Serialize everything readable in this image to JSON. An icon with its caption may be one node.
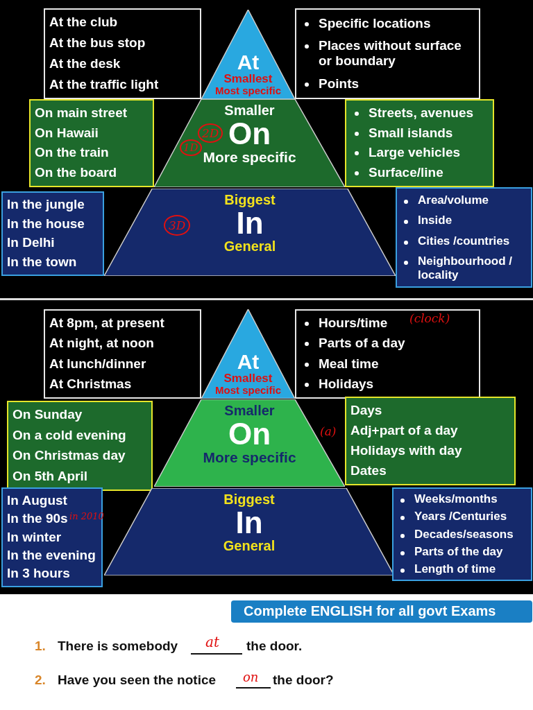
{
  "diagram": {
    "nodes": [
      {
        "text": [
          "At the club",
          "At the bus stop",
          "At the desk",
          "At the traffic light"
        ]
      },
      {
        "text": [
          "At",
          "Smallest",
          "Most specific"
        ]
      },
      {
        "text": [
          "Specific locations",
          "Places without surface or boundary",
          "Points"
        ]
      },
      {
        "text": [
          "On main street",
          "On Hawaii",
          "On the train",
          "On the board"
        ]
      },
      {
        "text": [
          "Smaller",
          "On",
          "More specific"
        ]
      },
      {
        "text": [
          "Streets, avenues",
          "Small islands",
          "Large vehicles",
          "Surface/line"
        ]
      },
      {
        "text": [
          "In the jungle",
          "In the house",
          "In Delhi",
          "In the town"
        ]
      },
      {
        "text": [
          "Biggest",
          "In",
          "General"
        ]
      },
      {
        "text": [
          "Area/volume",
          "Inside",
          "Cities /countries",
          "Neighbourhood / locality"
        ]
      },
      {
        "text": [
          "At 8pm, at present",
          "At night, at noon",
          "At lunch/dinner",
          "At Christmas"
        ]
      },
      {
        "text": [
          "At",
          "Smallest",
          "Most specific"
        ]
      },
      {
        "text": [
          "Hours/time",
          "Parts of a day",
          "Meal time",
          "Holidays"
        ]
      },
      {
        "text": [
          "On Sunday",
          "On a cold evening",
          "On Christmas day",
          "On 5th April"
        ]
      },
      {
        "text": [
          "Smaller",
          "On",
          "More specific"
        ]
      },
      {
        "text": [
          "Days",
          "Adj+part of a day",
          "Holidays with day",
          "Dates"
        ]
      },
      {
        "text": [
          "In August",
          "In the 90s",
          "In winter",
          "In the evening",
          "In 3 hours"
        ]
      },
      {
        "text": [
          "Biggest",
          "In",
          "General"
        ]
      },
      {
        "text": [
          "Weeks/months",
          "Years /Centuries",
          "Decades/seasons",
          "Parts of the day",
          "Length of time"
        ]
      }
    ],
    "labels": [
      "2D",
      "1D",
      "3D",
      "(clock)",
      "(a)",
      "in 2010",
      "Complete ENGLISH for all govt Exams",
      "1.",
      "There is somebody",
      "at",
      "the door.",
      "2.",
      "Have you seen the notice",
      "on",
      "the door?"
    ]
  }
}
